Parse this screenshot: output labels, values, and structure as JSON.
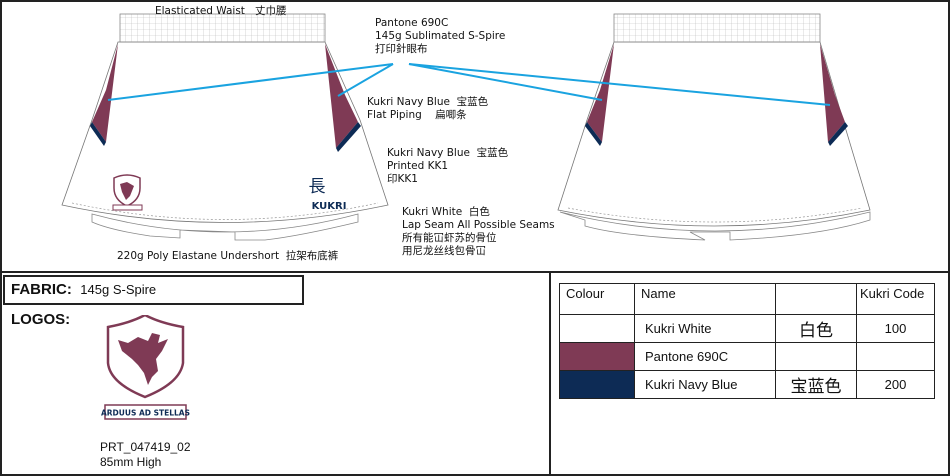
{
  "callouts": {
    "waist": "Elasticated Waist",
    "waist_cn": "丈巾腰",
    "fabric_main": [
      "Pantone 690C",
      "145g Sublimated S-Spire",
      "打印針眼布"
    ],
    "piping": [
      "Kukri Navy Blue",
      "宝蓝色",
      "Flat Piping",
      "扁唧条"
    ],
    "print": [
      "Kukri Navy Blue",
      "宝蓝色",
      "Printed KK1",
      "印KK1"
    ],
    "seams": [
      "Kukri White",
      "白色",
      "Lap Seam All Possible Seams",
      "所有能冚虾苏的骨位",
      "用尼龙丝线包骨冚"
    ],
    "undershort": "220g Poly Elastane Undershort",
    "undershort_cn": "拉架布底裤"
  },
  "brand_logo": "KUKRI",
  "crest_motto": "ARDUUS AD STELLAS",
  "fabric": {
    "label": "FABRIC:",
    "value": "145g S-Spire"
  },
  "logos": {
    "label": "LOGOS:",
    "code": "PRT_047419_02",
    "size": "85mm High"
  },
  "colour_table": {
    "headers": [
      "Colour",
      "Name",
      "",
      "Kukri Code"
    ],
    "rows": [
      {
        "swatch": "#ffffff",
        "name": "Kukri White",
        "cn": "白色",
        "code": "100"
      },
      {
        "swatch": "#7f3a55",
        "name": "Pantone 690C",
        "cn": "",
        "code": ""
      },
      {
        "swatch": "#0d2b55",
        "name": "Kukri Navy Blue",
        "cn": "宝蓝色",
        "code": "200"
      }
    ]
  },
  "colors": {
    "maroon": "#7f3a55",
    "navy": "#0d2b55",
    "callout": "#1aa3e0"
  }
}
